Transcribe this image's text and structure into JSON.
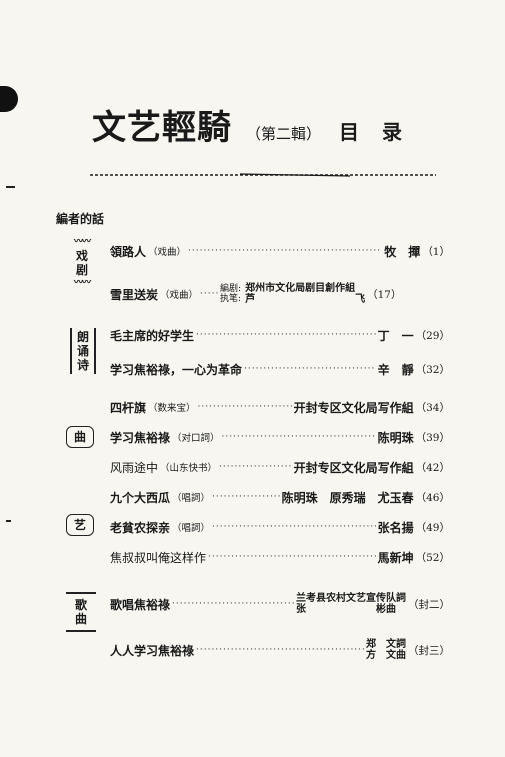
{
  "title": {
    "main": "文艺輕騎",
    "sub": "（第二輯）",
    "mulu": "目  录"
  },
  "editor_note": "編者的話",
  "sections": [
    {
      "label": "戏剧"
    },
    {
      "label": "朗诵诗"
    },
    {
      "label": "曲"
    },
    {
      "label": "艺"
    },
    {
      "label": "歌曲"
    }
  ],
  "entries": [
    {
      "title": "領路人",
      "genre": "（戏曲）",
      "author": "牧　撣",
      "page": "（1）"
    },
    {
      "title": "雪里送炭",
      "genre": "（戏曲）",
      "role1": "編剧:",
      "role2": "执笔:",
      "author1": "郑州市文化局剧目創作組",
      "author2": "芦　　　　　　　　　　飞",
      "page": "（17）"
    },
    {
      "title": "毛主席的好学生",
      "genre": "",
      "author": "丁　一",
      "page": "（29）"
    },
    {
      "title": "学习焦裕祿，一心为革命",
      "genre": "",
      "author": "辛　靜",
      "page": "（32）"
    },
    {
      "title": "四杆旗",
      "genre": "（数来宝）",
      "author": "开封专区文化局写作組",
      "page": "（34）"
    },
    {
      "title": "学习焦裕祿",
      "genre": "（对口詞）",
      "author": "陈明珠",
      "page": "（39）"
    },
    {
      "title": "风雨途中",
      "genre": "（山东快书）",
      "author": "开封专区文化局写作組",
      "page": "（42）"
    },
    {
      "title": "九个大西瓜",
      "genre": "（唱詞）",
      "author": "陈明珠　原秀瑞　尤玉春",
      "page": "（46）"
    },
    {
      "title": "老貧农探亲",
      "genre": "（唱詞）",
      "author": "张名揚",
      "page": "（49）"
    },
    {
      "title": "焦叔叔叫俺这样作",
      "genre": "",
      "author": "馬新坤",
      "page": "（52）"
    },
    {
      "title": "歌唱焦裕祿",
      "genre": "",
      "author1": "兰考县农村文艺宣传队詞",
      "author2": "张　　　　　　　彬曲",
      "page": "（封二）"
    },
    {
      "title": "人人学习焦裕祿",
      "genre": "",
      "author1": "郑　文詞",
      "author2": "方　文曲",
      "page": "（封三）"
    }
  ]
}
